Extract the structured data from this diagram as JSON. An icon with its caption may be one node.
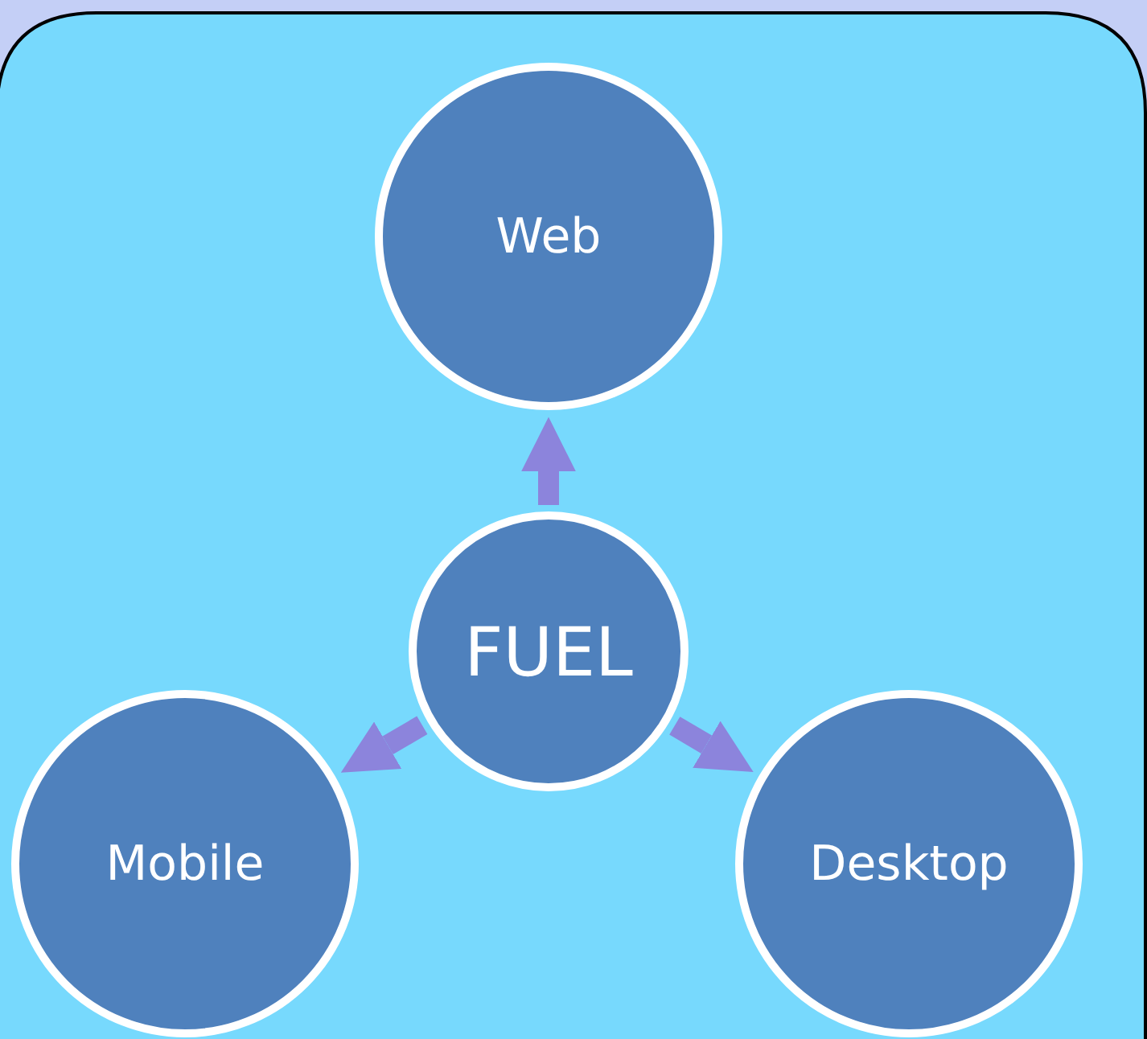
{
  "diagram": {
    "nodes": [
      {
        "text": [
          "Web"
        ]
      },
      {
        "text": [
          "FUEL"
        ]
      },
      {
        "text": [
          "Mobile"
        ]
      },
      {
        "text": [
          "Desktop"
        ]
      }
    ],
    "edges": [
      {
        "from": 1,
        "to": 0,
        "arrow": "to"
      },
      {
        "from": 1,
        "to": 2,
        "arrow": "to"
      },
      {
        "from": 1,
        "to": 3,
        "arrow": "to"
      }
    ]
  }
}
